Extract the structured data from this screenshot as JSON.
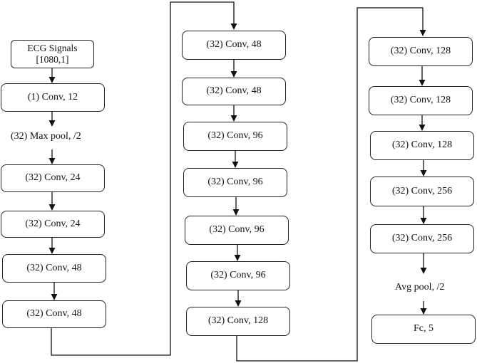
{
  "input": {
    "line1": "ECG Signals",
    "line2": "[1080,1]"
  },
  "column1": [
    "(1) Conv, 12",
    "(32) Max pool, /2",
    "(32) Conv, 24",
    "(32) Conv, 24",
    "(32) Conv, 48",
    "(32) Conv, 48"
  ],
  "column2": [
    "(32) Conv, 48",
    "(32) Conv, 48",
    "(32) Conv, 96",
    "(32) Conv, 96",
    "(32) Conv, 96",
    "(32) Conv, 96",
    "(32) Conv, 128"
  ],
  "column3": [
    "(32) Conv, 128",
    "(32) Conv, 128",
    "(32) Conv, 128",
    "(32) Conv, 256",
    "(32) Conv, 256",
    "Avg pool, /2",
    "Fc, 5"
  ]
}
